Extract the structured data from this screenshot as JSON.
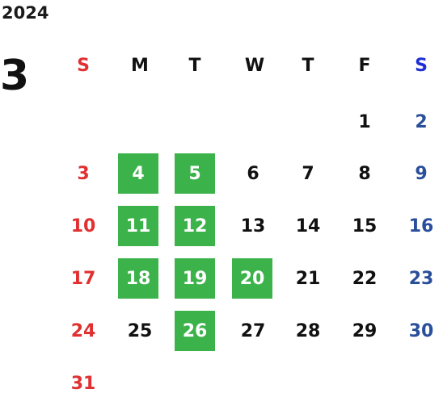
{
  "calendar": {
    "year": "2024",
    "month": "3",
    "weekdays": [
      "S",
      "M",
      "T",
      "W",
      "T",
      "F",
      "S"
    ],
    "weeks": [
      [
        "",
        "",
        "",
        "",
        "",
        "1",
        "2"
      ],
      [
        "3",
        "4",
        "5",
        "6",
        "7",
        "8",
        "9"
      ],
      [
        "10",
        "11",
        "12",
        "13",
        "14",
        "15",
        "16"
      ],
      [
        "17",
        "18",
        "19",
        "20",
        "21",
        "22",
        "23"
      ],
      [
        "24",
        "25",
        "26",
        "27",
        "28",
        "29",
        "30"
      ],
      [
        "31",
        "",
        "",
        "",
        "",
        "",
        ""
      ]
    ],
    "highlighted_days": [
      "4",
      "5",
      "11",
      "12",
      "18",
      "19",
      "20",
      "26"
    ]
  },
  "colors": {
    "sunday": "#e03030",
    "saturday": "#2a4f9a",
    "saturday_header": "#1f2fd6",
    "highlight": "#3cb34a",
    "text": "#111111"
  }
}
